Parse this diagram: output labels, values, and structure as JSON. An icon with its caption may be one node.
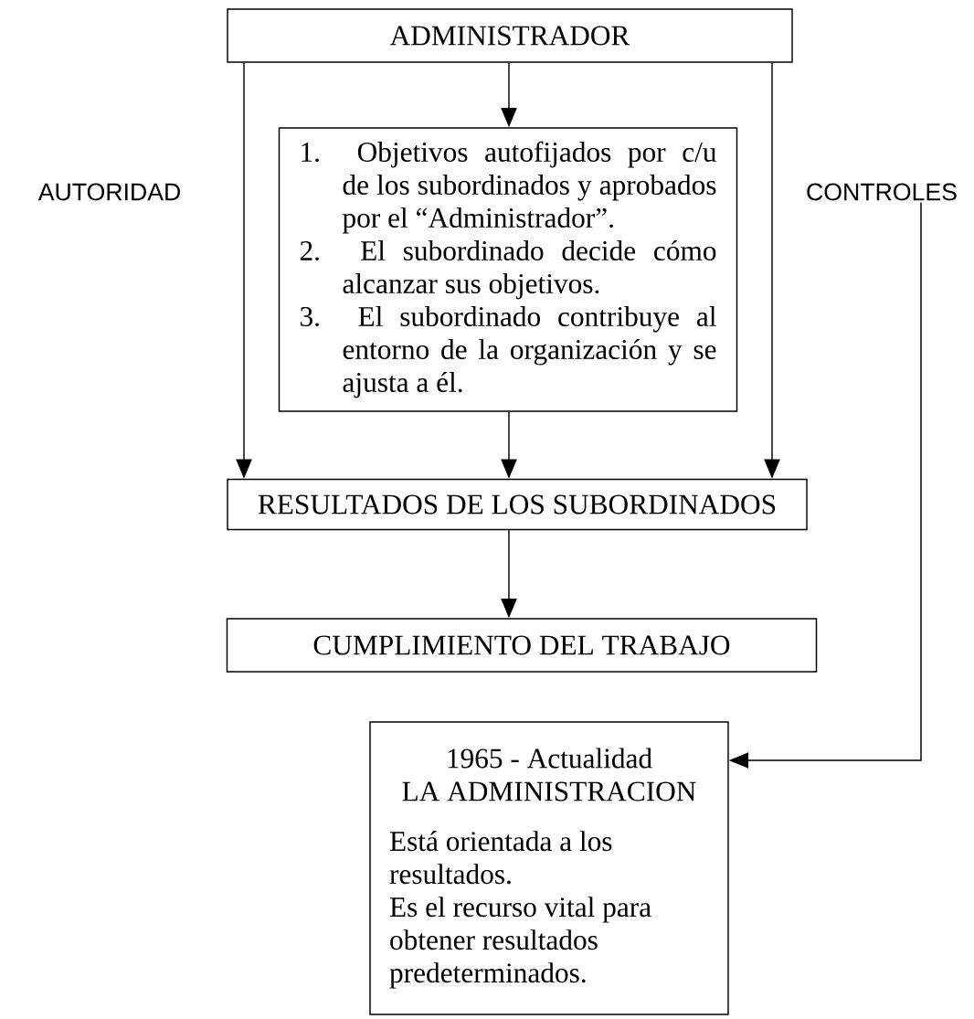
{
  "diagram": {
    "nodes": [
      {
        "text": [
          "ADMINISTRADOR"
        ]
      },
      {
        "text": [
          "1. Objetivos autofijados por c/u de los subordinados y aprobados por el “Administrador”.",
          "2. El subordinado decide cómo alcanzar sus objetivos.",
          "3. El subordinado contribuye al entorno de la organización y se ajusta a él."
        ]
      },
      {
        "text": [
          "RESULTADOS DE LOS SUBORDINADOS"
        ]
      },
      {
        "text": [
          "CUMPLIMIENTO DEL TRABAJO"
        ]
      },
      {
        "text": [
          "1965 - Actualidad",
          "LA ADMINISTRACION",
          "Está orientada a los resultados.",
          "Es el recurso vital para obtener resultados predeterminados."
        ]
      },
      {
        "text": [
          "CONTROLES"
        ]
      }
    ],
    "edges": [
      {
        "from": 0,
        "to": 1,
        "arrow": "to"
      },
      {
        "from": 0,
        "to": 2,
        "arrow": "to"
      },
      {
        "from": 0,
        "to": 2,
        "arrow": "to"
      },
      {
        "from": 1,
        "to": 2,
        "arrow": "to"
      },
      {
        "from": 2,
        "to": 3,
        "arrow": "to"
      },
      {
        "from": 5,
        "to": 4,
        "arrow": "to"
      }
    ],
    "labels": [
      "AUTORIDAD"
    ]
  }
}
